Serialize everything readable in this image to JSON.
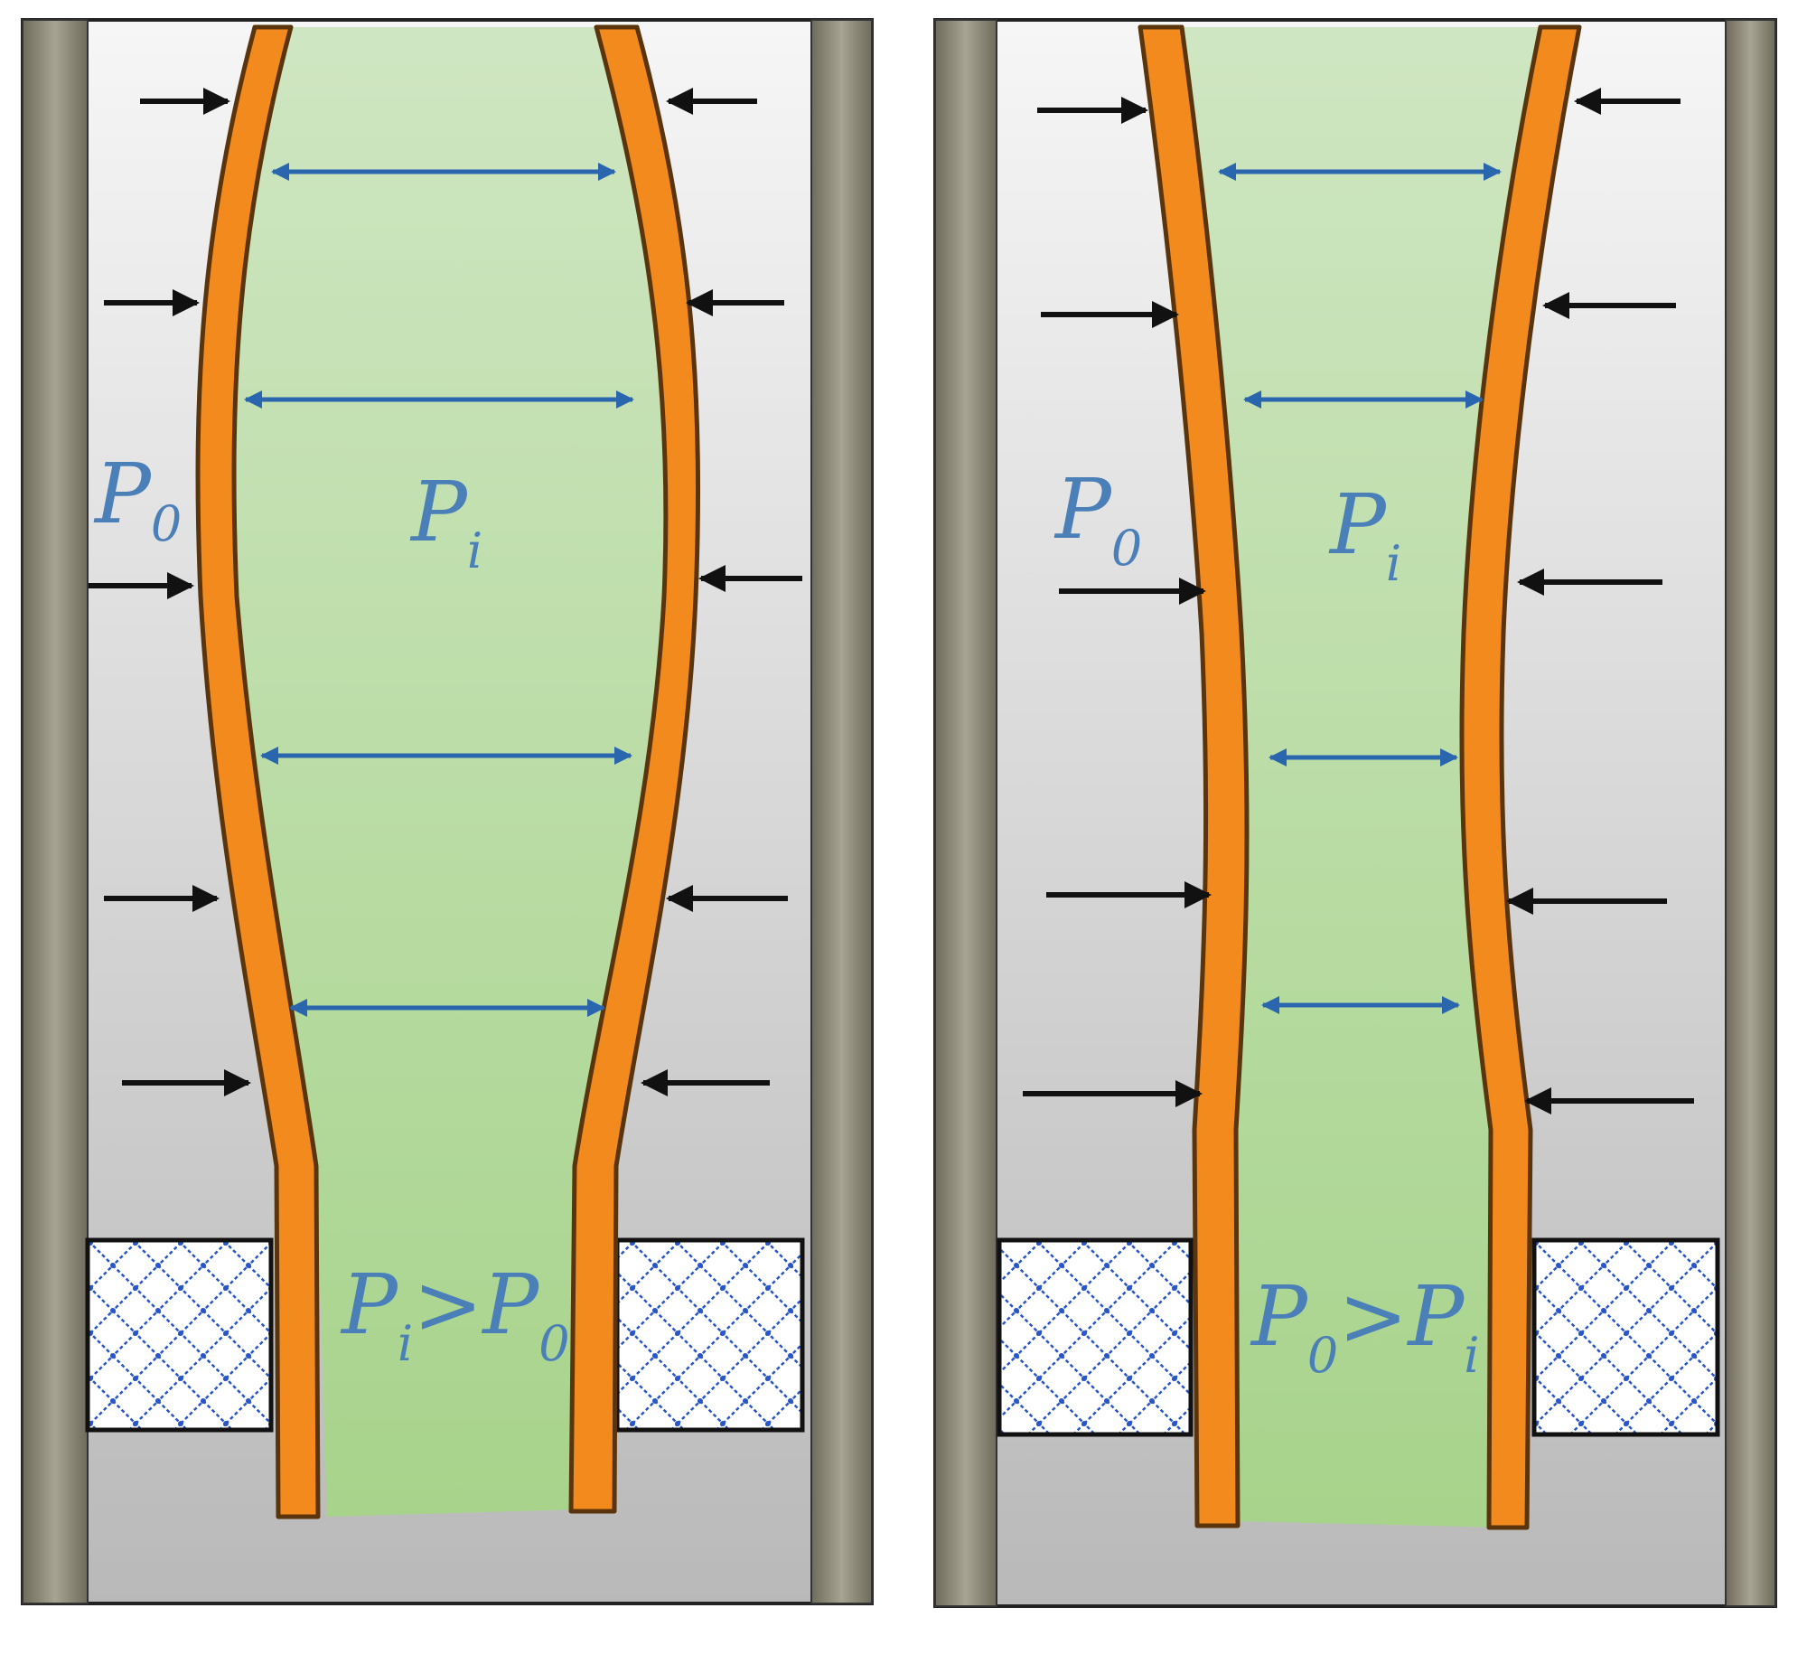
{
  "colors": {
    "fluid": "#b3d99a",
    "fluid_top": "#cfe6c2",
    "tube": "#f28a1e",
    "tube_dark": "#7a4a12",
    "casing": "#8f8b79",
    "annulus_top": "#f4f4f4",
    "annulus_bottom": "#bdbdbd",
    "arrow_blue": "#2a66ad",
    "arrow_black": "#111111",
    "packer_pattern": "#2855c7",
    "label": "#4a7fb8"
  },
  "panels": [
    {
      "case": "ballooning",
      "outer_pressure": {
        "symbol": "P",
        "subscript": "0"
      },
      "inner_pressure": {
        "symbol": "P",
        "subscript": "i"
      },
      "relation": {
        "left": "P",
        "left_sub": "i",
        "op": ">",
        "right": "P",
        "right_sub": "0"
      }
    },
    {
      "case": "reverse-ballooning",
      "outer_pressure": {
        "symbol": "P",
        "subscript": "0"
      },
      "inner_pressure": {
        "symbol": "P",
        "subscript": "i"
      },
      "relation": {
        "left": "P",
        "left_sub": "0",
        "op": ">",
        "right": "P",
        "right_sub": "i"
      }
    }
  ]
}
